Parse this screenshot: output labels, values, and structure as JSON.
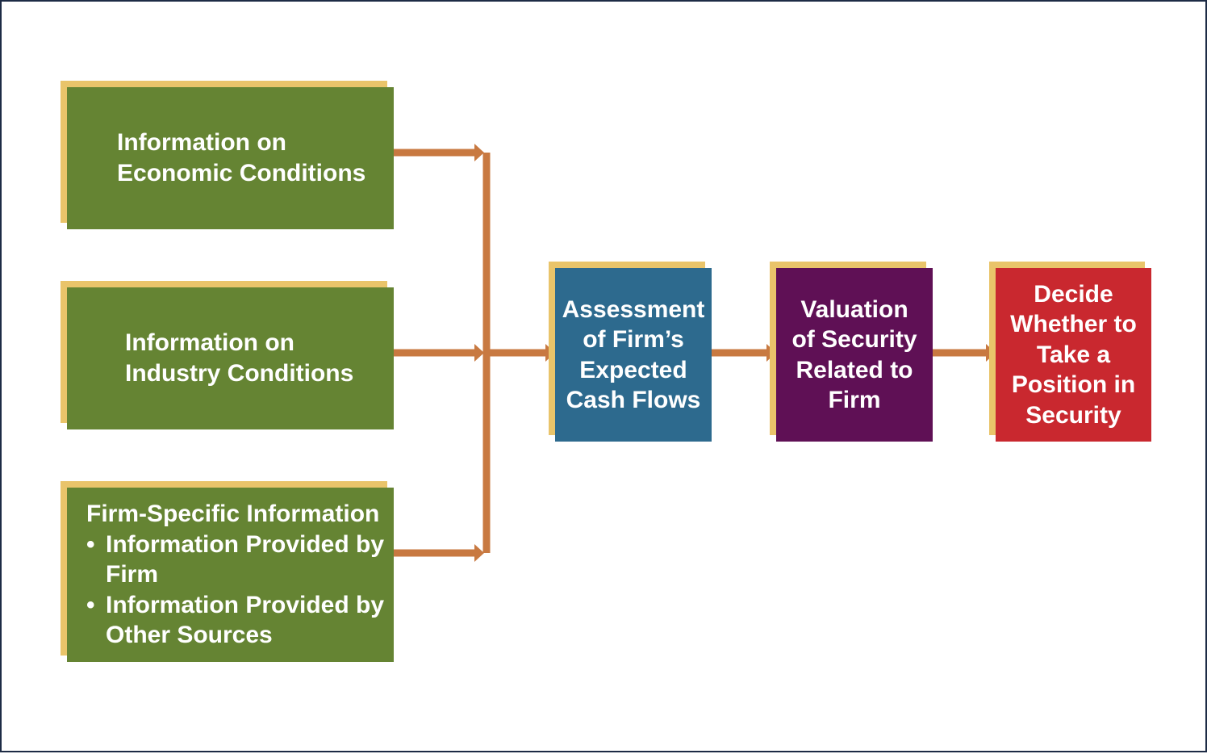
{
  "inputs": {
    "economic": {
      "line1": "Information on",
      "line2": "Economic Conditions"
    },
    "industry": {
      "line1": "Information on",
      "line2": "Industry Conditions"
    },
    "firm_specific": {
      "title": "Firm-Specific Information",
      "bullets": [
        "Information Provided by Firm",
        "Information Provided by Other Sources"
      ]
    }
  },
  "steps": [
    {
      "text": "Assessment of Firm’s Expected Cash Flows"
    },
    {
      "text": "Valuation of Security Related to Firm"
    },
    {
      "text": "Decide Whether to Take a Position in Security"
    }
  ],
  "colors": {
    "input_box": "#658433",
    "assessment_box": "#2d6a8e",
    "valuation_box": "#5f1055",
    "decision_box": "#c9282f",
    "box_shadow": "#e9c46a",
    "arrow": "#c87941"
  }
}
